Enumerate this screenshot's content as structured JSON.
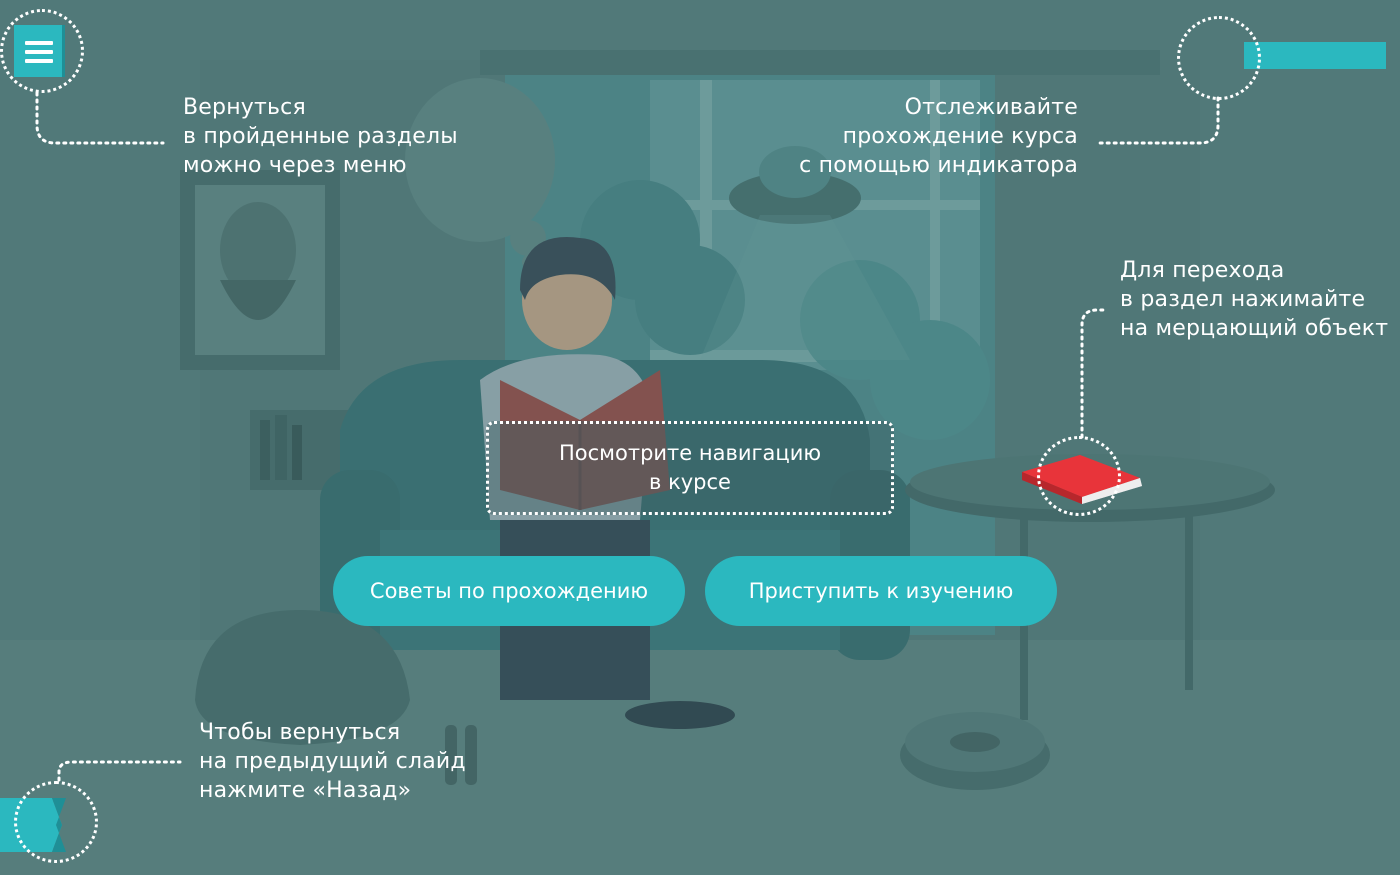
{
  "hints": {
    "menu": [
      "Вернуться",
      "в пройденные разделы",
      "можно через меню"
    ],
    "indicator": [
      "Отслеживайте",
      "прохождение курса",
      "с помощью индикатора"
    ],
    "object": [
      "Для перехода",
      "в раздел нажимайте",
      "на мерцающий объект"
    ],
    "back": [
      "Чтобы вернуться",
      "на предыдущий слайд",
      "нажмите «Назад»"
    ]
  },
  "center_box": {
    "line1": "Посмотрите навигацию",
    "line2": "в курсе"
  },
  "buttons": {
    "tips": "Советы по прохождению",
    "start": "Приступить к изучению"
  },
  "icons": {
    "menu": "hamburger-menu-icon",
    "back": "back-arrow-icon",
    "progress": "progress-indicator",
    "object": "red-book-icon"
  },
  "colors": {
    "background": "#527a79",
    "accent": "#2bb8bf",
    "book": "#e8343a"
  }
}
